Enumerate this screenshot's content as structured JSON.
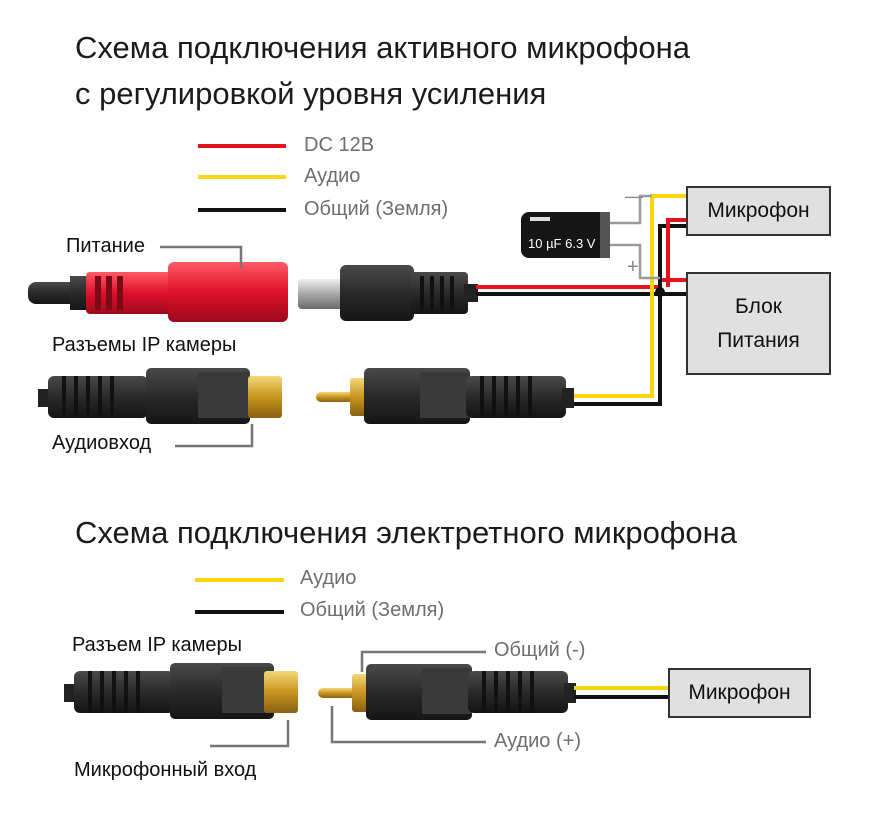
{
  "top": {
    "title_line1": "Схема подключения активного микрофона",
    "title_line2": "с регулировкой уровня усиления",
    "legend": [
      {
        "label": "DC 12В",
        "color": "#e3141c"
      },
      {
        "label": "Аудио",
        "color": "#f5d60f"
      },
      {
        "label": "Общий (Земля)",
        "color": "#111111"
      }
    ],
    "power_label": "Питание",
    "connectors_label": "Разъемы IP камеры",
    "audio_in_label": "Аудиовход",
    "capacitor_label": "10 µF 6.3 V",
    "cap_minus": "—",
    "cap_plus": "+",
    "mic_box": "Микрофон",
    "psu_line1": "Блок",
    "psu_line2": "Питания"
  },
  "bottom": {
    "title": "Схема подключения электретного микрофона",
    "legend": [
      {
        "label": "Аудио",
        "color": "#f5d60f"
      },
      {
        "label": "Общий (Земля)",
        "color": "#111111"
      }
    ],
    "connector_label": "Разъем IP камеры",
    "mic_input_label": "Микрофонный вход",
    "common_label": "Общий (-)",
    "audio_label": "Аудио (+)",
    "mic_box": "Микрофон"
  }
}
